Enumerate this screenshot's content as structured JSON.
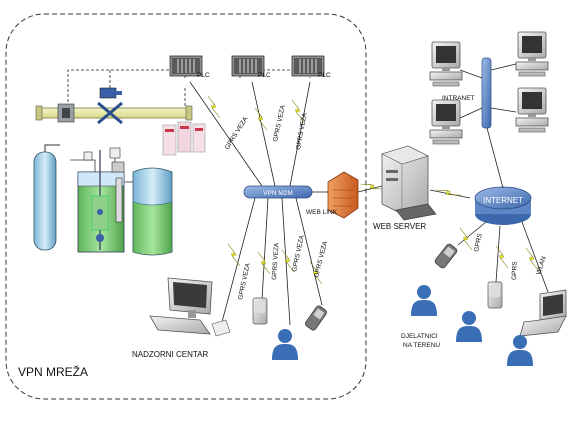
{
  "labels": {
    "vpn_network": "VPN MREŽA",
    "vpn_m2m": "VPN M2M",
    "web_link": "WEB LINK",
    "web_server": "WEB SERVER",
    "internet": "INTERNET",
    "intranet": "INTRANET",
    "control_center": "NADZORNI CENTAR",
    "field_workers_line1": "DJELATNICI",
    "field_workers_line2": "NA TERENU",
    "plc": "PLC",
    "gprs_link": "GPRS VEZA",
    "gprs": "GPRS",
    "wlan": "WLAN"
  },
  "colors": {
    "gprs_bolt": "#f2ee1a",
    "person": "#3a6fb8",
    "network_node": "#5f87c7",
    "firewall": "#e87a3a",
    "tank_water": "#7fcf79",
    "dashed_border": "#333333"
  }
}
